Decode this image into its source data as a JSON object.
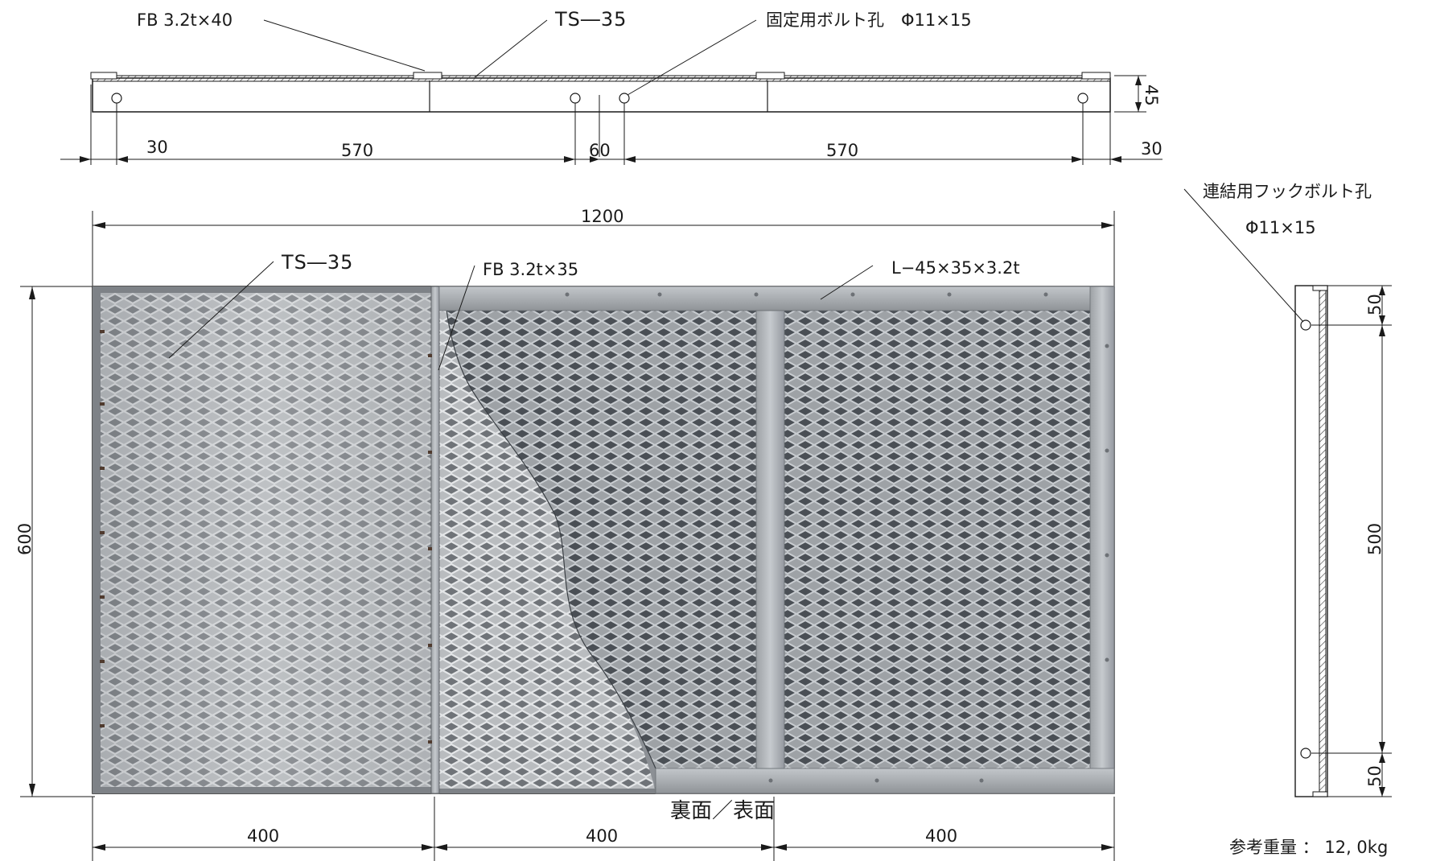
{
  "top_view": {
    "labels": {
      "flat_bar_top": "FB  3.2t×40",
      "mesh_top": "TS―35",
      "fixing_bolt_hole": "固定用ボルト孔　Φ11×15"
    },
    "dims": {
      "left_offset": "30",
      "left_span": "570",
      "center_gap": "60",
      "right_span": "570",
      "right_offset": "30",
      "height": "45"
    }
  },
  "front_view": {
    "overall_width": "1200",
    "overall_height": "600",
    "labels": {
      "mesh": "TS―35",
      "flat_bar": "FB 3.2t×35",
      "angle": "L−45×35×3.2t"
    },
    "caption": "裏面／表面",
    "bottom_dims": [
      "400",
      "400",
      "400"
    ]
  },
  "side_view": {
    "label_title": "連結用フックボルト孔",
    "label_size": "Φ11×15",
    "dims": {
      "top": "50",
      "middle": "500",
      "bottom": "50"
    }
  },
  "weight_note": "参考重量 ： 12, 0kg"
}
